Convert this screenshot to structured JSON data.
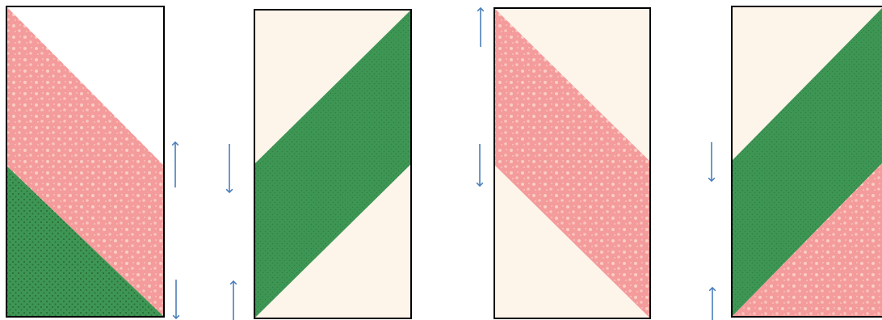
{
  "diagram": {
    "colors": {
      "pink": "#f49b9b",
      "pink_light": "#fde3d8",
      "green": "#3e9654",
      "green_dark": "#2f7f43",
      "cream": "#fdf4ea",
      "white": "#ffffff",
      "outline": "#000000",
      "arrow": "#4a7ebb"
    },
    "blocks": [
      {
        "name": "block-1",
        "pieces": [
          "white-triangle-top-right",
          "pink-diagonal-strip",
          "green-triangle-bottom-left"
        ]
      },
      {
        "name": "block-2",
        "pieces": [
          "cream-triangle-top-left",
          "green-diagonal-strip",
          "cream-triangle-bottom-right"
        ]
      },
      {
        "name": "block-3",
        "pieces": [
          "cream-triangle-top-right",
          "pink-diagonal-strip",
          "cream-triangle-bottom-left"
        ]
      },
      {
        "name": "block-4",
        "pieces": [
          "cream-triangle-top-left",
          "green-diagonal-strip",
          "pink-triangle-bottom-right"
        ]
      }
    ],
    "pressing_arrows": [
      {
        "name": "arrow-up-1",
        "direction": "up"
      },
      {
        "name": "arrow-down-1",
        "direction": "down"
      },
      {
        "name": "arrow-down-2",
        "direction": "down"
      },
      {
        "name": "arrow-up-2",
        "direction": "up"
      },
      {
        "name": "arrow-up-3",
        "direction": "up"
      },
      {
        "name": "arrow-down-3",
        "direction": "down"
      },
      {
        "name": "arrow-down-4",
        "direction": "down"
      },
      {
        "name": "arrow-up-4",
        "direction": "up"
      }
    ]
  }
}
